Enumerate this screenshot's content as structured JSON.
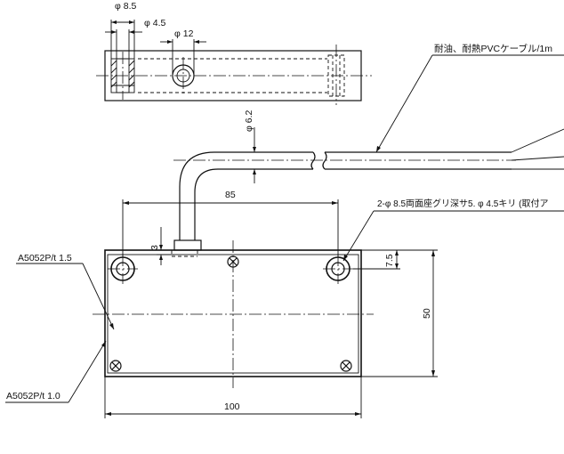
{
  "dimensions": {
    "bore_dia": "φ 8.5",
    "hole_dia": "φ 4.5",
    "top_hole_dia": "φ 12",
    "cable_dia": "φ 6.2",
    "hole_pitch": "85",
    "depth": "3",
    "hole_offset": "7.5",
    "height": "50",
    "width": "100"
  },
  "labels": {
    "cable_note": "耐油、耐熱PVCケーブル/1m",
    "hole_note": "2-φ 8.5両面座グリ深サ5. φ 4.5キリ (取付ア",
    "plate_top": "A5052P/t 1.5",
    "plate_bottom": "A5052P/t 1.0"
  }
}
